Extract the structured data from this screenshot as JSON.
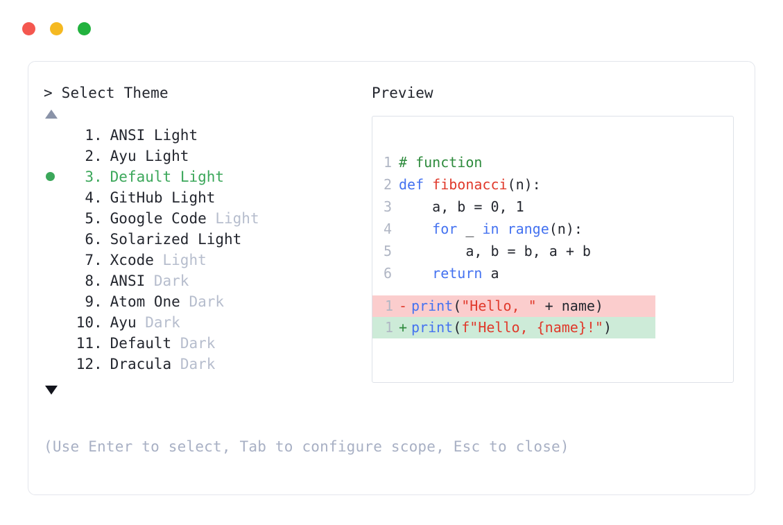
{
  "window": {
    "traffic_lights": [
      {
        "name": "close",
        "color": "#f4574f"
      },
      {
        "name": "minimize",
        "color": "#f5b921"
      },
      {
        "name": "zoom",
        "color": "#22b23e"
      }
    ]
  },
  "selector": {
    "caret": ">",
    "prompt": " Select Theme",
    "scroll_up_icon": "triangle-up",
    "scroll_down_icon": "triangle-down",
    "selected_index": 3,
    "selected_bullet": "●",
    "index_separator": ".",
    "items": [
      {
        "index": "1",
        "name": "ANSI",
        "suffix": " Light",
        "suffix_muted": false,
        "selected": false
      },
      {
        "index": "2",
        "name": "Ayu",
        "suffix": " Light",
        "suffix_muted": false,
        "selected": false
      },
      {
        "index": "3",
        "name": "Default",
        "suffix": " Light",
        "suffix_muted": false,
        "selected": true
      },
      {
        "index": "4",
        "name": "GitHub",
        "suffix": " Light",
        "suffix_muted": false,
        "selected": false
      },
      {
        "index": "5",
        "name": "Google Code",
        "suffix": " Light",
        "suffix_muted": true,
        "selected": false
      },
      {
        "index": "6",
        "name": "Solarized",
        "suffix": " Light",
        "suffix_muted": false,
        "selected": false
      },
      {
        "index": "7",
        "name": "Xcode",
        "suffix": " Light",
        "suffix_muted": true,
        "selected": false
      },
      {
        "index": "8",
        "name": "ANSI",
        "suffix": " Dark",
        "suffix_muted": true,
        "selected": false
      },
      {
        "index": "9",
        "name": "Atom One",
        "suffix": " Dark",
        "suffix_muted": true,
        "selected": false
      },
      {
        "index": "10",
        "name": "Ayu",
        "suffix": " Dark",
        "suffix_muted": true,
        "selected": false
      },
      {
        "index": "11",
        "name": "Default",
        "suffix": " Dark",
        "suffix_muted": true,
        "selected": false
      },
      {
        "index": "12",
        "name": "Dracula",
        "suffix": " Dark",
        "suffix_muted": true,
        "selected": false
      }
    ]
  },
  "hint": {
    "text": "(Use Enter to select, Tab to configure scope, Esc to close)"
  },
  "preview": {
    "title": "Preview",
    "code_lines": [
      {
        "number": "1",
        "tokens": [
          {
            "text": "# function",
            "kind": "comment"
          }
        ]
      },
      {
        "number": "2",
        "tokens": [
          {
            "text": "def ",
            "kind": "keyword"
          },
          {
            "text": "fibonacci",
            "kind": "func"
          },
          {
            "text": "(n):",
            "kind": "plain"
          }
        ]
      },
      {
        "number": "3",
        "tokens": [
          {
            "text": "    a, b = 0, 1",
            "kind": "plain"
          }
        ]
      },
      {
        "number": "4",
        "tokens": [
          {
            "text": "    ",
            "kind": "plain"
          },
          {
            "text": "for",
            "kind": "keyword"
          },
          {
            "text": " _ ",
            "kind": "plain"
          },
          {
            "text": "in range",
            "kind": "keyword"
          },
          {
            "text": "(n):",
            "kind": "plain"
          }
        ]
      },
      {
        "number": "5",
        "tokens": [
          {
            "text": "        a, b = b, a + b",
            "kind": "plain"
          }
        ]
      },
      {
        "number": "6",
        "tokens": [
          {
            "text": "    ",
            "kind": "plain"
          },
          {
            "text": "return",
            "kind": "keyword"
          },
          {
            "text": " a",
            "kind": "plain"
          }
        ]
      }
    ],
    "diff_lines": [
      {
        "number": "1",
        "sign": "-",
        "kind": "removed",
        "background": "#fbcdcd",
        "tokens": [
          {
            "text": "print",
            "kind": "keyword"
          },
          {
            "text": "(",
            "kind": "plain"
          },
          {
            "text": "\"Hello, \"",
            "kind": "string"
          },
          {
            "text": " + name)",
            "kind": "plain"
          }
        ]
      },
      {
        "number": "1",
        "sign": "+",
        "kind": "added",
        "background": "#cdebd8",
        "tokens": [
          {
            "text": "print",
            "kind": "keyword"
          },
          {
            "text": "(",
            "kind": "plain"
          },
          {
            "text": "f\"Hello, {name}!\"",
            "kind": "string"
          },
          {
            "text": ")",
            "kind": "plain"
          }
        ]
      }
    ]
  },
  "colors": {
    "accent_green": "#3ba75a",
    "muted_text": "#b6bdcd",
    "hint_text": "#a8b0c4",
    "body_text": "#23262e",
    "card_border": "#e3e6ec",
    "panel_border": "#dde1e8",
    "diff_removed_bg": "#fbcdcd",
    "diff_added_bg": "#cdebd8",
    "syntax_comment": "#2e8b3d",
    "syntax_keyword": "#4472f0",
    "syntax_function": "#e0392b",
    "syntax_string": "#e0392b"
  }
}
